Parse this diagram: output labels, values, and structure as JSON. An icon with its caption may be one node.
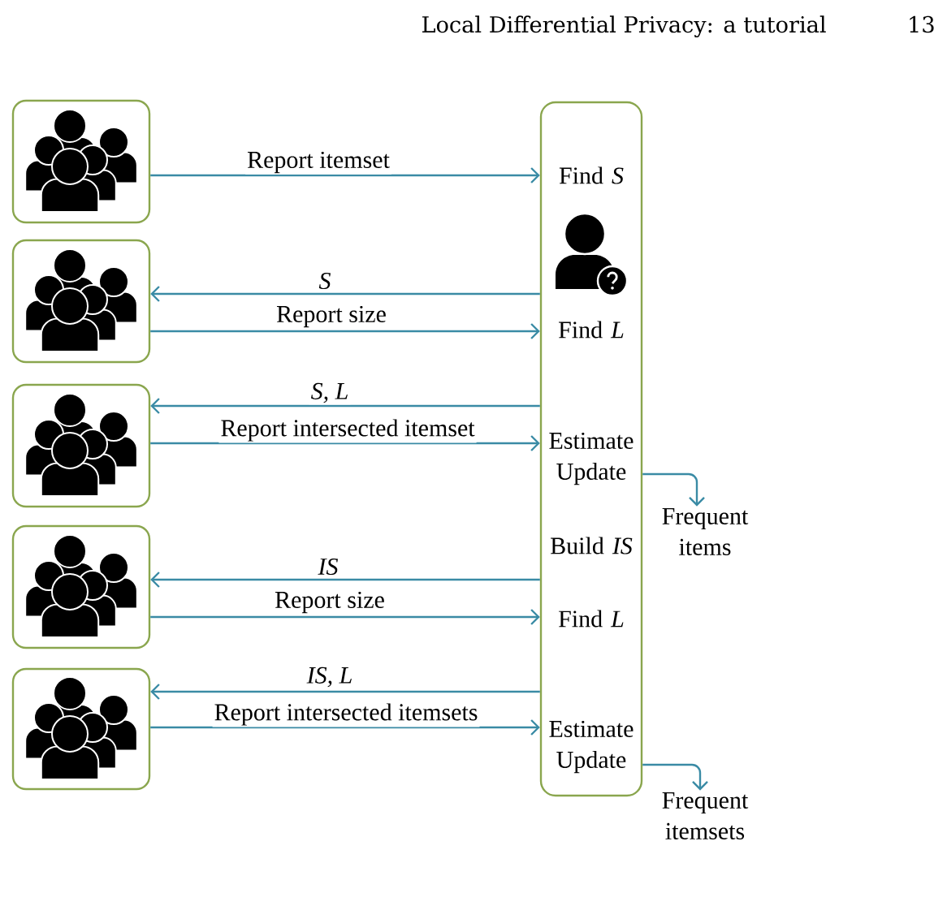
{
  "diagram": {
    "nodes": [
      {
        "text": [],
        "shape": "picture"
      },
      {
        "text": [],
        "shape": "picture"
      },
      {
        "text": [],
        "shape": "picture"
      },
      {
        "text": [],
        "shape": "picture"
      },
      {
        "text": [],
        "shape": "picture"
      },
      {
        "text": [
          "Find *S*",
          "Find *L*",
          "Estimate Update",
          "Build *IS*",
          "Find *L*",
          "Estimate Update"
        ]
      },
      {
        "text": [
          "Frequent items"
        ]
      },
      {
        "text": [
          "Frequent itemsets"
        ]
      }
    ],
    "edges": [
      {
        "from": 0,
        "to": 5,
        "arrow": "to",
        "label": "Report itemset"
      },
      {
        "from": 5,
        "to": 1,
        "arrow": "to",
        "label": "S"
      },
      {
        "from": 1,
        "to": 5,
        "arrow": "to",
        "label": "Report size"
      },
      {
        "from": 5,
        "to": 2,
        "arrow": "to",
        "label": "S, L"
      },
      {
        "from": 2,
        "to": 5,
        "arrow": "to",
        "label": "Report intersected itemset"
      },
      {
        "from": 5,
        "to": 3,
        "arrow": "to",
        "label": "IS"
      },
      {
        "from": 3,
        "to": 5,
        "arrow": "to",
        "label": "Report size"
      },
      {
        "from": 5,
        "to": 4,
        "arrow": "to",
        "label": "IS, L"
      },
      {
        "from": 4,
        "to": 5,
        "arrow": "to",
        "label": "Report intersected itemsets"
      },
      {
        "from": 5,
        "to": 6,
        "arrow": "to"
      },
      {
        "from": 5,
        "to": 7,
        "arrow": "to"
      }
    ],
    "labels": [
      "Local Differential Privacy: a tutorial",
      "13"
    ]
  }
}
